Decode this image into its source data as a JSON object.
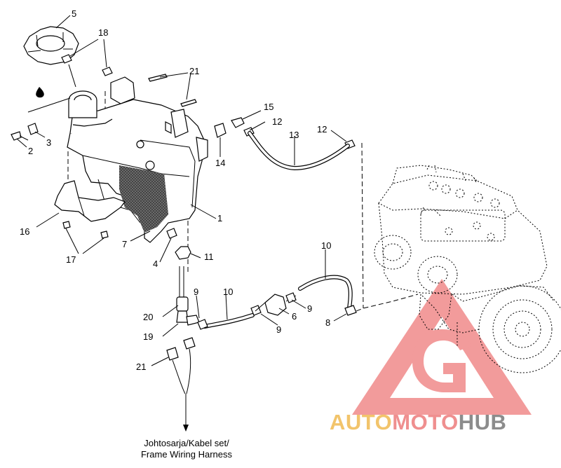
{
  "callouts": [
    {
      "id": "1",
      "text": "1"
    },
    {
      "id": "2",
      "text": "2"
    },
    {
      "id": "3",
      "text": "3"
    },
    {
      "id": "4",
      "text": "4"
    },
    {
      "id": "5",
      "text": "5"
    },
    {
      "id": "6",
      "text": "6"
    },
    {
      "id": "7",
      "text": "7"
    },
    {
      "id": "8",
      "text": "8"
    },
    {
      "id": "9a",
      "text": "9"
    },
    {
      "id": "9b",
      "text": "9"
    },
    {
      "id": "9c",
      "text": "9"
    },
    {
      "id": "10a",
      "text": "10"
    },
    {
      "id": "10b",
      "text": "10"
    },
    {
      "id": "11",
      "text": "11"
    },
    {
      "id": "12a",
      "text": "12"
    },
    {
      "id": "12b",
      "text": "12"
    },
    {
      "id": "13",
      "text": "13"
    },
    {
      "id": "14",
      "text": "14"
    },
    {
      "id": "15",
      "text": "15"
    },
    {
      "id": "16",
      "text": "16"
    },
    {
      "id": "17",
      "text": "17"
    },
    {
      "id": "18",
      "text": "18"
    },
    {
      "id": "19",
      "text": "19"
    },
    {
      "id": "20",
      "text": "20"
    },
    {
      "id": "21a",
      "text": "21"
    },
    {
      "id": "21b",
      "text": "21"
    }
  ],
  "caption": {
    "line1": "Johtosarja/Kabel set/",
    "line2": "Frame Wiring Harness"
  },
  "watermark": {
    "part1": "AUTO",
    "part2": "MOTO",
    "part3": "HUB",
    "colors": {
      "auto": "#f2c46b",
      "moto": "#ef8f8f",
      "hub": "#8c8c8c",
      "triangle": "#ee5a5a"
    }
  }
}
